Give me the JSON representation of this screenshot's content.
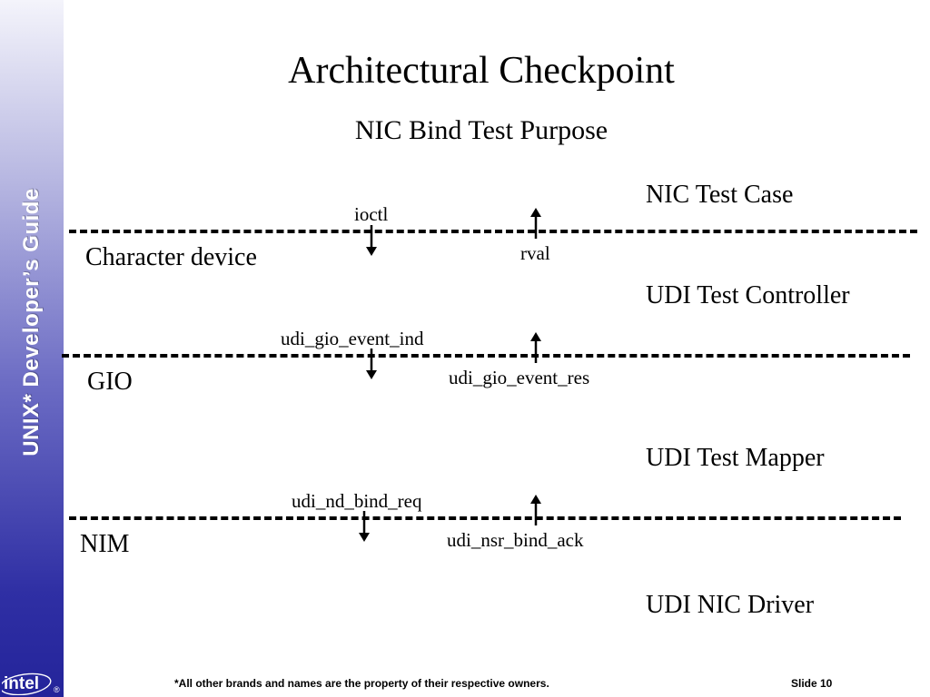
{
  "sidebar": {
    "title": "UNIX* Developer’s Guide",
    "logo_text": "intel",
    "logo_mark": "®"
  },
  "slide": {
    "title": "Architectural Checkpoint",
    "subtitle": "NIC Bind Test Purpose"
  },
  "layers": {
    "nic_test_case": "NIC Test Case",
    "udi_test_controller": "UDI Test Controller",
    "udi_test_mapper": "UDI Test Mapper",
    "udi_nic_driver": "UDI NIC Driver"
  },
  "interfaces": {
    "character_device": "Character device",
    "gio": "GIO",
    "nim": "NIM"
  },
  "calls": {
    "ioctl": "ioctl",
    "rval": "rval",
    "udi_gio_event_ind": "udi_gio_event_ind",
    "udi_gio_event_res": "udi_gio_event_res",
    "udi_nd_bind_req": "udi_nd_bind_req",
    "udi_nsr_bind_ack": "udi_nsr_bind_ack"
  },
  "footer": {
    "note": "*All other brands and names are  the property of their respective owners.",
    "slide_number": "Slide 10"
  }
}
